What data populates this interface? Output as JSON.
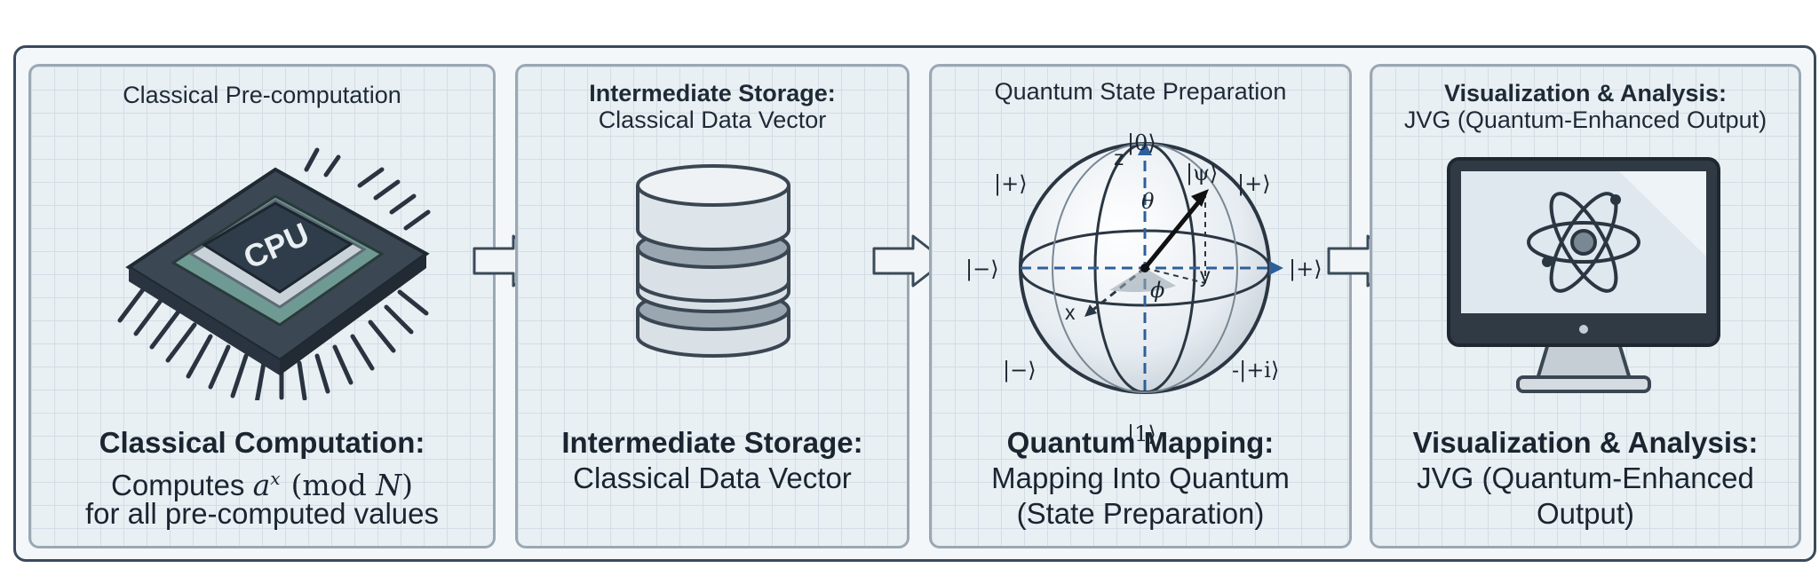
{
  "panels": {
    "classical": {
      "top_title": "Classical Pre-computation",
      "chip_label": "CPU",
      "bottom_title": "Classical Computation:",
      "line1_prefix": "Computes ",
      "line1_base": "a",
      "line1_exp": "x",
      "line1_mod": "(mod ",
      "line1_N": "N",
      "line1_close": ")",
      "line2": "for all pre-computed values"
    },
    "storage": {
      "top_title": "Intermediate Storage:",
      "top_subtitle": "Classical Data Vector",
      "bottom_title": "Intermediate Storage:",
      "bottom_line1": "Classical Data Vector"
    },
    "quantum": {
      "top_title": "Quantum State Preparation",
      "bottom_title": "Quantum Mapping:",
      "bottom_line1": "Mapping Into Quantum",
      "bottom_line2": "(State Preparation)",
      "bloch": {
        "ket_zero": "|0⟩",
        "ket_one": "|1⟩",
        "ket_plus_tl": "|+⟩",
        "ket_plus_tr": "|+⟩",
        "ket_plus_right": "|+⟩",
        "ket_minus_left": "|−⟩",
        "ket_minus_bl": "|−⟩",
        "ket_plus_i": "-|+i⟩",
        "ket_psi": "|ψ⟩",
        "axis_z": "z",
        "axis_x": "x",
        "axis_y": "y",
        "angle_theta": "θ",
        "angle_phi": "ϕ"
      }
    },
    "visualization": {
      "top_title": "Visualization & Analysis:",
      "top_subtitle": "JVG (Quantum-Enhanced Output)",
      "bottom_title": "Visualization & Analysis:",
      "bottom_line1": "JVG (Quantum-Enhanced",
      "bottom_line2": "Output)"
    }
  },
  "colors": {
    "panel_bg": "#e9f0f4",
    "panel_border": "#9aa8b4",
    "outer_border": "#3a4a5a",
    "chip_dark": "#2f3d4a",
    "chip_teal": "#6f9a93",
    "accent_blue": "#2f5f9a"
  },
  "icons": [
    "cpu-chip-icon",
    "database-icon",
    "bloch-sphere-icon",
    "monitor-atom-icon",
    "flow-arrow-icon"
  ]
}
